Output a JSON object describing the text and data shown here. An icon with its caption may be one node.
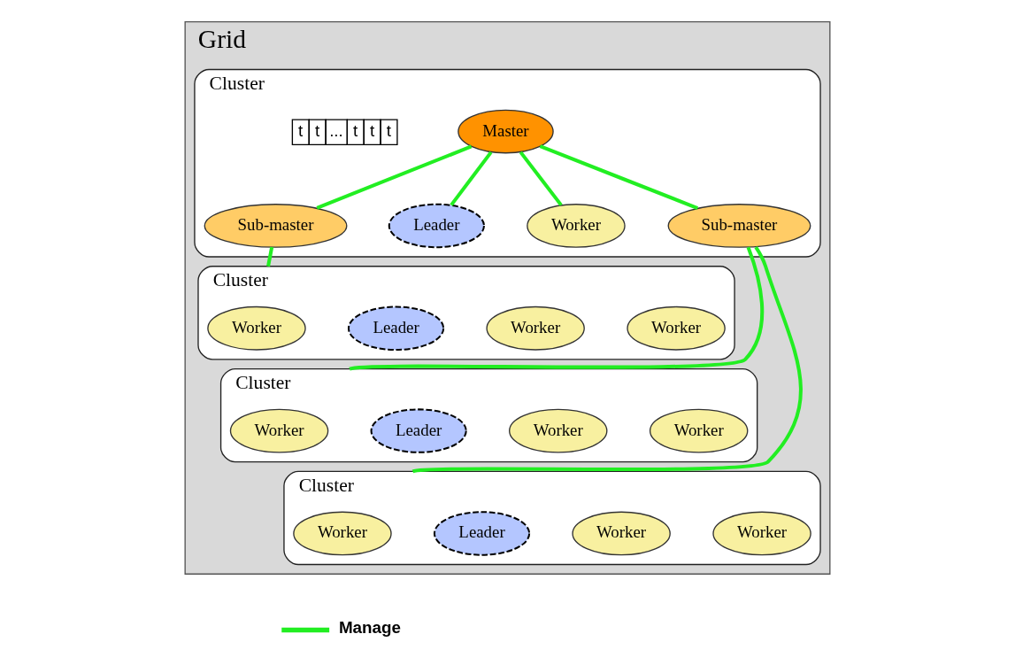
{
  "diagram": {
    "nodes": [
      {
        "text": [
          "Grid"
        ]
      },
      {
        "text": [
          "Cluster"
        ],
        "in": 0
      },
      {
        "text": [
          "Master"
        ],
        "in": 1
      },
      {
        "text": [
          "Sub-master"
        ],
        "in": 1
      },
      {
        "text": [
          "Leader"
        ],
        "in": 1
      },
      {
        "text": [
          "Worker"
        ],
        "in": 1
      },
      {
        "text": [
          "Sub-master"
        ],
        "in": 1
      },
      {
        "text": [
          "Cluster"
        ],
        "in": 0
      },
      {
        "text": [
          "Worker"
        ],
        "in": 7
      },
      {
        "text": [
          "Leader"
        ],
        "in": 7
      },
      {
        "text": [
          "Worker"
        ],
        "in": 7
      },
      {
        "text": [
          "Worker"
        ],
        "in": 7
      },
      {
        "text": [
          "Cluster"
        ],
        "in": 0
      },
      {
        "text": [
          "Worker"
        ],
        "in": 12
      },
      {
        "text": [
          "Leader"
        ],
        "in": 12
      },
      {
        "text": [
          "Worker"
        ],
        "in": 12
      },
      {
        "text": [
          "Worker"
        ],
        "in": 12
      },
      {
        "text": [
          "Cluster"
        ],
        "in": 0
      },
      {
        "text": [
          "Worker"
        ],
        "in": 17
      },
      {
        "text": [
          "Leader"
        ],
        "in": 17
      },
      {
        "text": [
          "Worker"
        ],
        "in": 17
      },
      {
        "text": [
          "Worker"
        ],
        "in": 17
      }
    ],
    "edges": [
      {
        "from": 2,
        "to": 3,
        "arrow": "none"
      },
      {
        "from": 2,
        "to": 4,
        "arrow": "none"
      },
      {
        "from": 2,
        "to": 5,
        "arrow": "none"
      },
      {
        "from": 2,
        "to": 6,
        "arrow": "none"
      },
      {
        "from": 3,
        "to": 7,
        "arrow": "none"
      },
      {
        "from": 6,
        "to": 12,
        "arrow": "none"
      },
      {
        "from": 6,
        "to": 17,
        "arrow": "none"
      }
    ],
    "labels": [
      "t",
      "t",
      "...",
      "t",
      "t",
      "t"
    ],
    "legend": [
      {
        "text": "Manage"
      }
    ]
  }
}
